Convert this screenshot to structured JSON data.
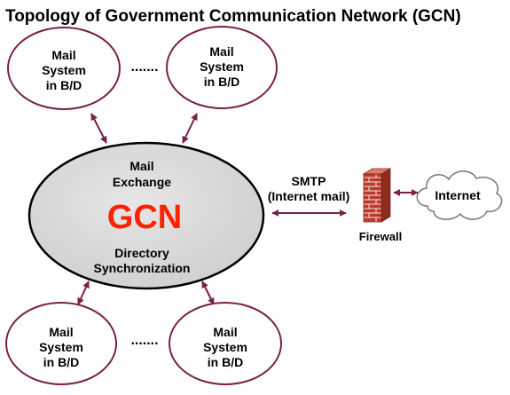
{
  "title": "Topology of Government Communication Network (GCN)",
  "gcn": {
    "label": "GCN",
    "line_1": "Mail",
    "line_2": "Exchange",
    "line_3": "Directory",
    "line_4": "Synchronization"
  },
  "mail_systems": {
    "top_left": {
      "line_1": "Mail",
      "line_2": "System",
      "line_3": "in B/D"
    },
    "top_right": {
      "line_1": "Mail",
      "line_2": "System",
      "line_3": "in B/D"
    },
    "bottom_left": {
      "line_1": "Mail",
      "line_2": "System",
      "line_3": "in B/D"
    },
    "bottom_right": {
      "line_1": "Mail",
      "line_2": "System",
      "line_3": "in B/D"
    },
    "ellipsis_top": ".......",
    "ellipsis_bottom": "......."
  },
  "link": {
    "line_1": "SMTP",
    "line_2": "(Internet mail)"
  },
  "firewall": {
    "label": "Firewall"
  },
  "internet": {
    "label": "Internet"
  },
  "colors": {
    "ellipse_border": "#7a1f4a",
    "arrow": "#7a1f4a",
    "gcn_fill": "#d4d4d4",
    "gcn_text": "#ff2200",
    "brick": "#c0392b",
    "mortar": "#f3e6dc"
  }
}
